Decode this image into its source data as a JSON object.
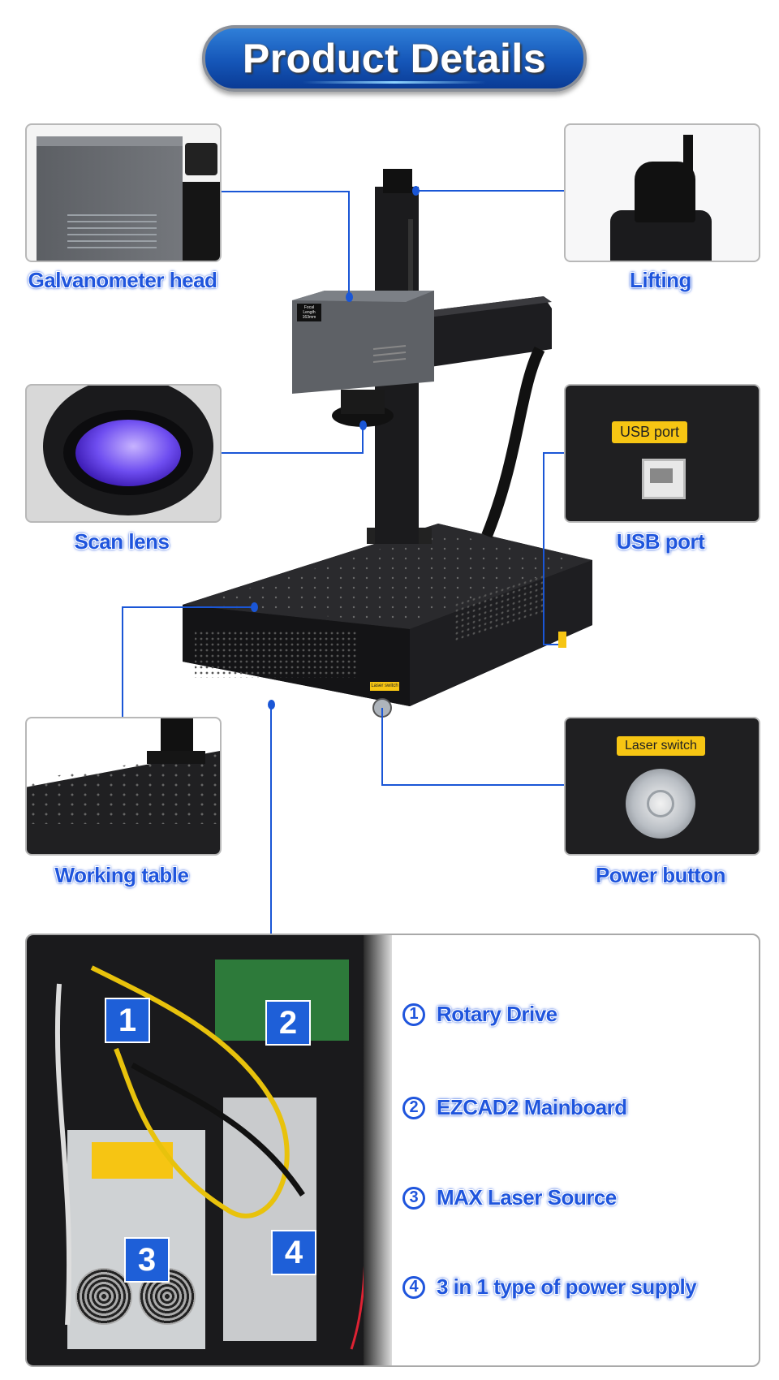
{
  "header": {
    "title": "Product Details"
  },
  "callouts": {
    "galvanometer": {
      "label": "Galvanometer head"
    },
    "lifting": {
      "label": "Lifting"
    },
    "scan_lens": {
      "label": "Scan lens"
    },
    "usb": {
      "label": "USB port",
      "sticker": "USB port"
    },
    "working_table": {
      "label": "Working table"
    },
    "power": {
      "label": "Power button",
      "sticker": "Laser switch"
    }
  },
  "machine": {
    "head_sticker": "Focal Length 163mm",
    "switch_sticker": "Laser switch"
  },
  "internals": {
    "badges": [
      "1",
      "2",
      "3",
      "4"
    ],
    "items": [
      {
        "num": "①",
        "label": "Rotary Drive"
      },
      {
        "num": "②",
        "label": "EZCAD2 Mainboard"
      },
      {
        "num": "③",
        "label": "MAX Laser Source"
      },
      {
        "num": "④",
        "label": "3 in 1 type of power supply"
      }
    ]
  },
  "colors": {
    "accent": "#1f55dd",
    "sticker": "#f6c513",
    "machine": "#1b1b1d"
  }
}
